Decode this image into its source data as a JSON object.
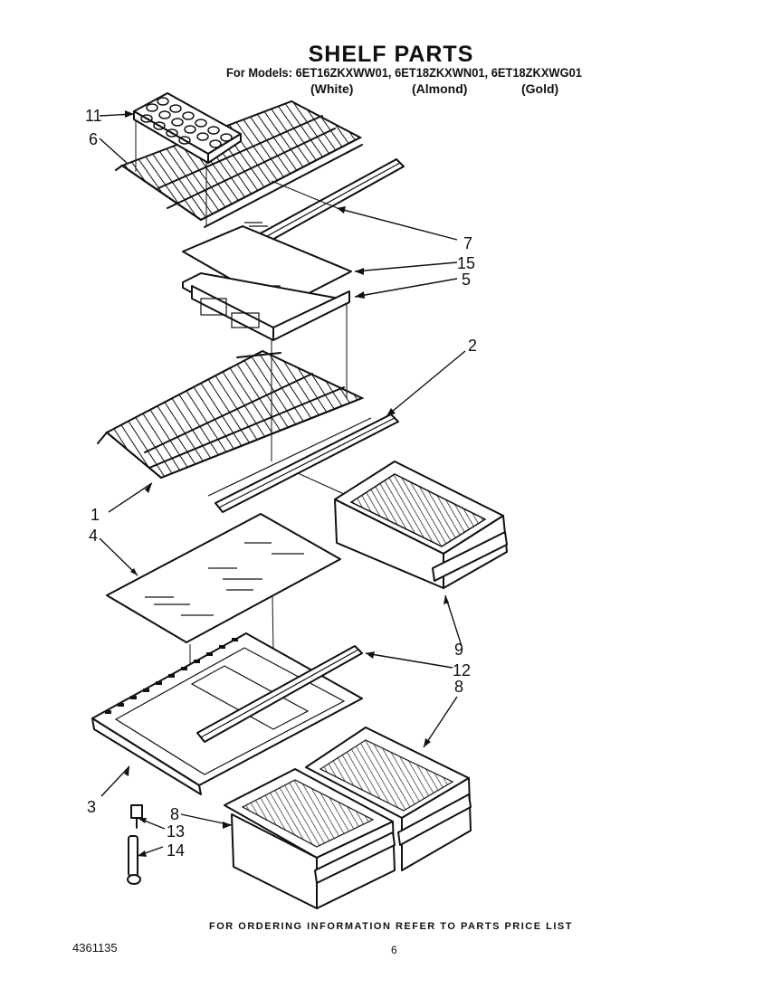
{
  "header": {
    "title": "SHELF PARTS",
    "models_line": "For Models: 6ET16ZKXWW01, 6ET18ZKXWN01, 6ET18ZKXWG01",
    "colors": [
      "(White)",
      "(Almond)",
      "(Gold)"
    ]
  },
  "callouts": [
    {
      "id": "11",
      "label": "11"
    },
    {
      "id": "6",
      "label": "6"
    },
    {
      "id": "7",
      "label": "7"
    },
    {
      "id": "15",
      "label": "15"
    },
    {
      "id": "5",
      "label": "5"
    },
    {
      "id": "2",
      "label": "2"
    },
    {
      "id": "1",
      "label": "1"
    },
    {
      "id": "4",
      "label": "4"
    },
    {
      "id": "9",
      "label": "9"
    },
    {
      "id": "12",
      "label": "12"
    },
    {
      "id": "8a",
      "label": "8"
    },
    {
      "id": "3",
      "label": "3"
    },
    {
      "id": "8b",
      "label": "8"
    },
    {
      "id": "13",
      "label": "13"
    },
    {
      "id": "14",
      "label": "14"
    }
  ],
  "footer": {
    "ordering_note": "FOR ORDERING INFORMATION REFER TO PARTS PRICE LIST",
    "document_number": "4361135",
    "page_number": "6"
  }
}
